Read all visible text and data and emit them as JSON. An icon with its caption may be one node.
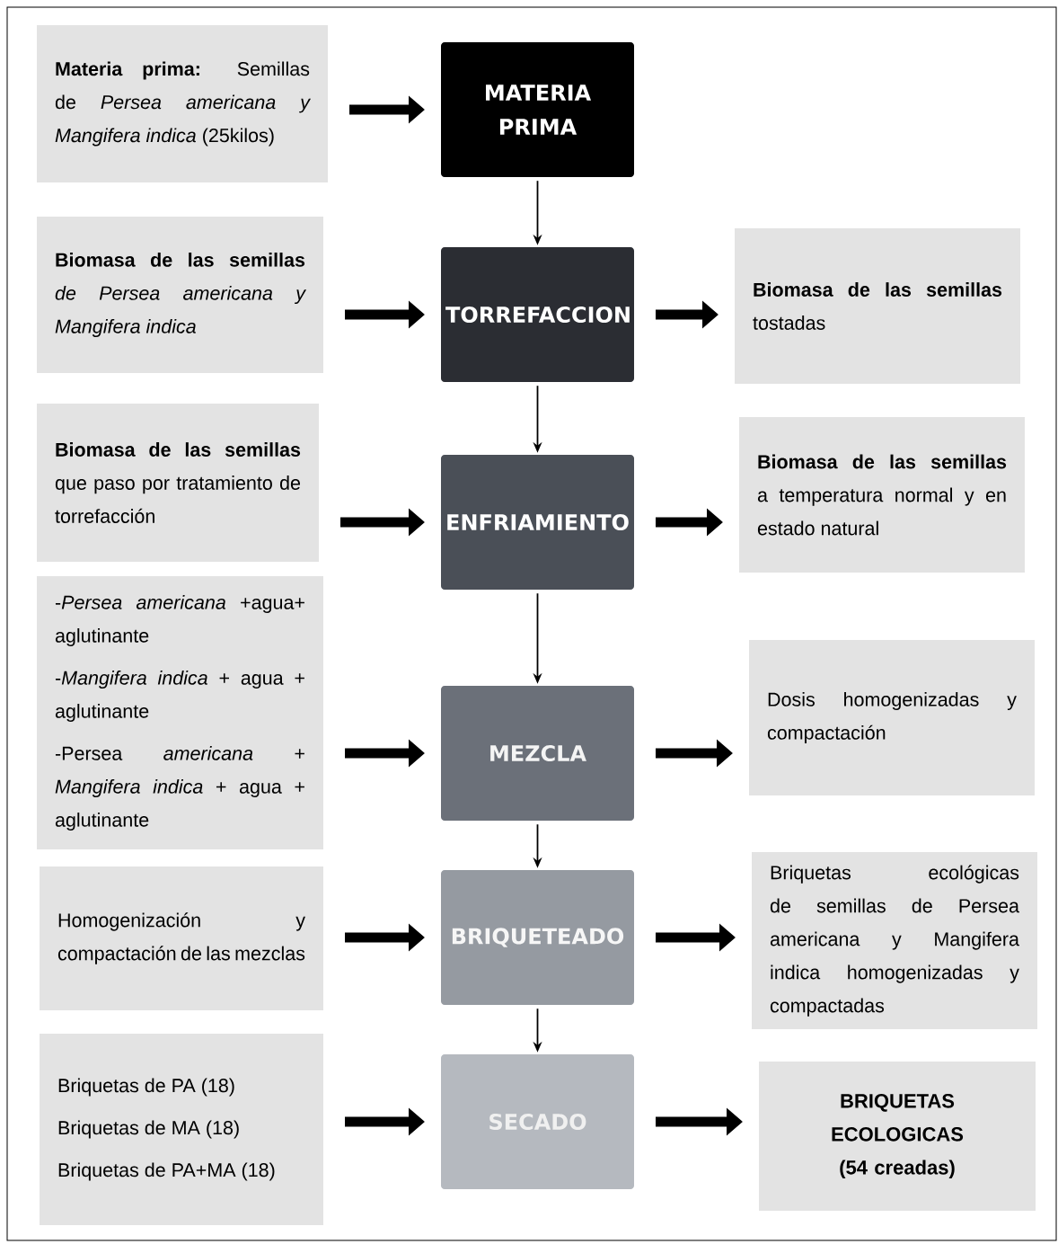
{
  "diagram": {
    "nodes": [
      {
        "text": [
          "**Materia prima:** Semillas de *Persea americana y Mangifera indica* (25kilos)"
        ]
      },
      {
        "text": [
          "MATERIA PRIMA"
        ]
      },
      {
        "text": [
          "**Biomasa de las semillas** *de Persea americana y Mangifera indica*"
        ]
      },
      {
        "text": [
          "TORREFACCION"
        ]
      },
      {
        "text": [
          "**Biomasa de las semillas** tostadas"
        ]
      },
      {
        "text": [
          "**Biomasa de las semillas** que paso por tratamiento de torrefacción"
        ]
      },
      {
        "text": [
          "ENFRIAMIENTO"
        ]
      },
      {
        "text": [
          "**Biomasa de las semillas** a temperatura normal y en estado natural"
        ]
      },
      {
        "text": [
          "-*Persea americana* +agua+ aglutinante",
          "-*Mangifera indica* + agua + aglutinante",
          "-Persea *americana* + *Mangifera indica* + agua + aglutinante"
        ]
      },
      {
        "text": [
          "MEZCLA"
        ]
      },
      {
        "text": [
          "Dosis homogenizadas y compactación"
        ]
      },
      {
        "text": [
          "Homogenización y compactación de las mezclas"
        ]
      },
      {
        "text": [
          "BRIQUETEADO"
        ]
      },
      {
        "text": [
          "Briquetas ecológicas de semillas de Persea americana y Mangifera indica homogenizadas y compactadas"
        ]
      },
      {
        "text": [
          "Briquetas de PA (18)",
          "Briquetas de MA (18)",
          "Briquetas de PA+MA (18)"
        ]
      },
      {
        "text": [
          "SECADO"
        ]
      },
      {
        "text": [
          "BRIQUETAS ECOLOGICAS (54 creadas)"
        ]
      }
    ],
    "edges": [
      {
        "from": 0,
        "to": 1,
        "arrow": "to"
      },
      {
        "from": 1,
        "to": 3,
        "arrow": "to"
      },
      {
        "from": 2,
        "to": 3,
        "arrow": "to"
      },
      {
        "from": 3,
        "to": 4,
        "arrow": "to"
      },
      {
        "from": 3,
        "to": 6,
        "arrow": "to"
      },
      {
        "from": 5,
        "to": 6,
        "arrow": "to"
      },
      {
        "from": 6,
        "to": 7,
        "arrow": "to"
      },
      {
        "from": 6,
        "to": 9,
        "arrow": "to"
      },
      {
        "from": 8,
        "to": 9,
        "arrow": "to"
      },
      {
        "from": 9,
        "to": 10,
        "arrow": "to"
      },
      {
        "from": 9,
        "to": 12,
        "arrow": "to"
      },
      {
        "from": 11,
        "to": 12,
        "arrow": "to"
      },
      {
        "from": 12,
        "to": 13,
        "arrow": "to"
      },
      {
        "from": 12,
        "to": 15,
        "arrow": "to"
      },
      {
        "from": 14,
        "to": 15,
        "arrow": "to"
      },
      {
        "from": 15,
        "to": 16,
        "arrow": "to"
      }
    ]
  }
}
